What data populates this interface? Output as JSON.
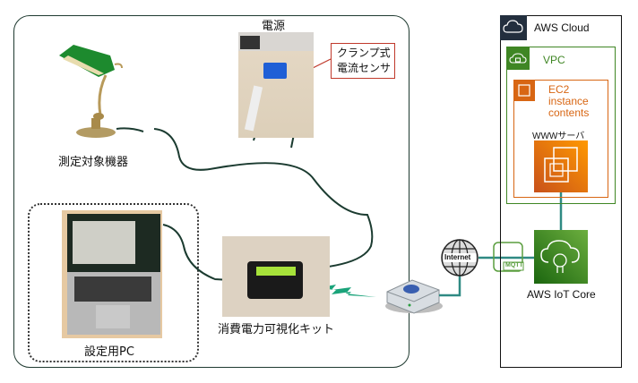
{
  "local_site": {
    "power_label": "電源",
    "sensor_callout": [
      "クランプ式",
      "電流センサ"
    ],
    "target_device_label": "測定対象機器",
    "pc_label": "設定用PC",
    "kit_label": "消費電力可視化キット"
  },
  "network": {
    "internet_label": "Internet",
    "protocol_label": "MQTT"
  },
  "aws": {
    "cloud_title": "AWS Cloud",
    "vpc_title": "VPC",
    "ec2_title": [
      "EC2",
      "instance",
      "contents"
    ],
    "www_label": "WWWサーバ",
    "iot_label": "AWS IoT Core"
  },
  "colors": {
    "aws_dark": "#232f3e",
    "vpc_green": "#3f8624",
    "ec2_orange": "#d86613",
    "cable_teal": "#2f8a83",
    "wire_dark": "#1b3b30",
    "callout_red": "#c0392b"
  }
}
